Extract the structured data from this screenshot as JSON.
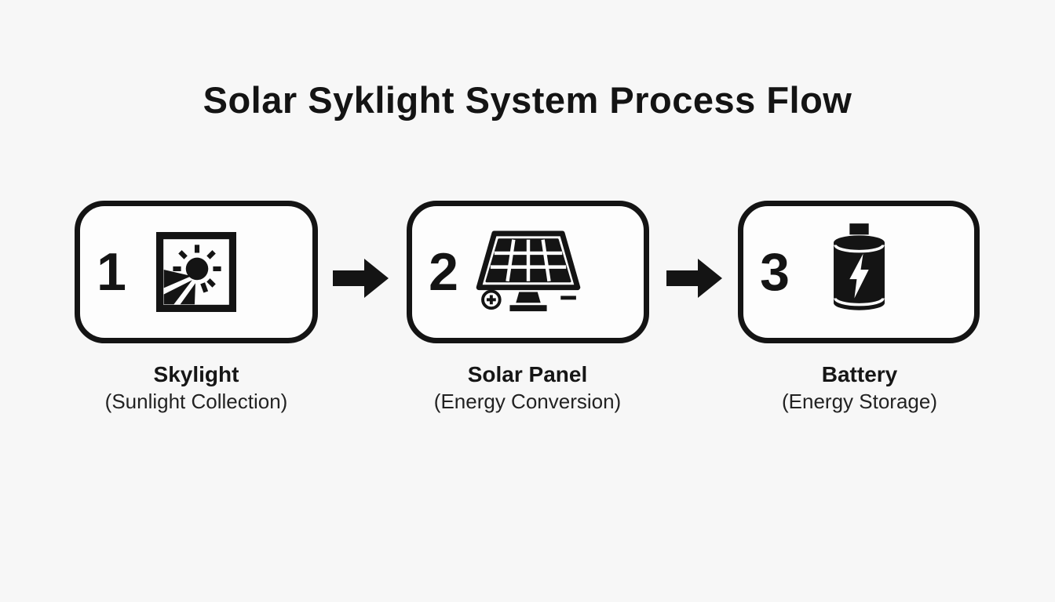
{
  "title": "Solar Syklight System Process Flow",
  "colors": {
    "ink": "#141414",
    "background": "#f7f7f7",
    "box_fill": "#fdfdfd"
  },
  "steps": [
    {
      "number": "1",
      "icon": "skylight-icon",
      "label": "Skylight",
      "sublabel": "(Sunlight Collection)"
    },
    {
      "number": "2",
      "icon": "solar-panel-icon",
      "label": "Solar Panel",
      "sublabel": "(Energy Conversion)"
    },
    {
      "number": "3",
      "icon": "battery-icon",
      "label": "Battery",
      "sublabel": "(Energy Storage)"
    }
  ],
  "connectors": [
    {
      "icon": "arrow-right-icon"
    },
    {
      "icon": "arrow-right-icon"
    }
  ]
}
